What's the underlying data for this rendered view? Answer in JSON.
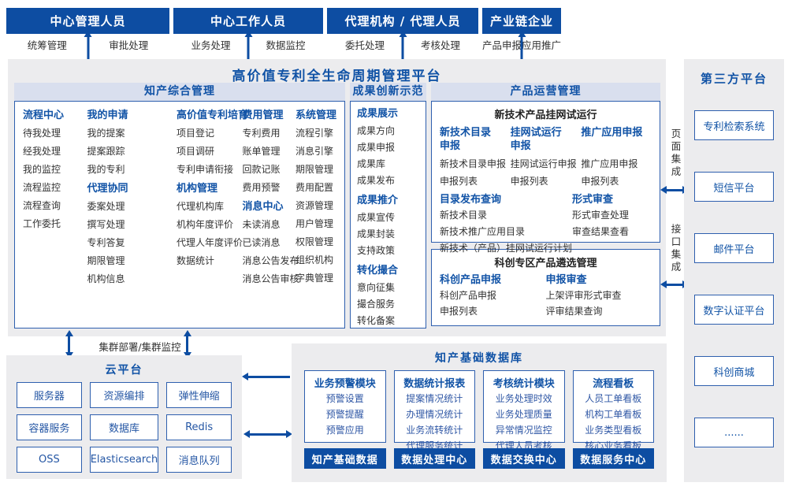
{
  "colors": {
    "primary": "#0d4da2",
    "heading_blue": "#1153a6",
    "band": "#d9dfee",
    "panel_gray": "#ececee",
    "box_border": "#2e5fae",
    "item_text": "#333333",
    "item_blue": "#2f57a5"
  },
  "roles": [
    {
      "title": "中心管理人员",
      "left": "统筹管理",
      "right": "审批处理"
    },
    {
      "title": "中心工作人员",
      "left": "业务处理",
      "right": "数据监控"
    },
    {
      "title": "代理机构 / 代理人员",
      "left": "委托处理",
      "right": "考核处理"
    },
    {
      "title": "产业链企业",
      "left": "产品申报",
      "right": "应用推广"
    }
  ],
  "platform": {
    "title": "高价值专利全生命周期管理平台",
    "ip_management": {
      "title": "知产综合管理",
      "columns": [
        {
          "groups": [
            {
              "title": "流程中心",
              "items": [
                "待我处理",
                "经我处理",
                "我的监控",
                "流程监控",
                "流程查询",
                "工作委托"
              ]
            }
          ]
        },
        {
          "groups": [
            {
              "title": "我的申请",
              "items": [
                "我的提案",
                "提案跟踪",
                "我的专利"
              ]
            },
            {
              "title": "代理协同",
              "items": [
                "委案处理",
                "撰写处理",
                "专利答复",
                "期限管理",
                "机构信息"
              ]
            }
          ]
        },
        {
          "groups": [
            {
              "title": "高价值专利培育",
              "items": [
                "项目登记",
                "项目调研",
                "专利申请衔接"
              ]
            },
            {
              "title": "机构管理",
              "items": [
                "代理机构库",
                "机构年度评价",
                "代理人年度评价",
                "数据统计"
              ]
            }
          ]
        },
        {
          "groups": [
            {
              "title": "费用管理",
              "items": [
                "专利费用",
                "账单管理",
                "回款记账",
                "费用预警"
              ]
            },
            {
              "title": "消息中心",
              "items": [
                "未读消息",
                "已读消息",
                "消息公告发布",
                "消息公告审核"
              ]
            }
          ]
        },
        {
          "groups": [
            {
              "title": "系统管理",
              "items": [
                "流程引擎",
                "消息引擎",
                "期限管理",
                "费用配置",
                "资源管理",
                "用户管理",
                "权限管理",
                "组织机构",
                "字典管理"
              ]
            }
          ]
        }
      ]
    },
    "achievement": {
      "title": "成果创新示范",
      "groups": [
        {
          "title": "成果展示",
          "items": [
            "成果方向",
            "成果申报",
            "成果库",
            "成果发布"
          ]
        },
        {
          "title": "成果推介",
          "items": [
            "成果宣传",
            "成果封装",
            "支持政策"
          ]
        },
        {
          "title": "转化撮合",
          "items": [
            "意向征集",
            "撮合服务",
            "转化备案"
          ]
        }
      ]
    },
    "product_ops": {
      "title": "产品运营管理",
      "box1": {
        "title": "新技术产品挂网试运行",
        "columns": [
          {
            "title": "新技术目录\n申报",
            "items": [
              "新技术目录申报",
              "申报列表"
            ]
          },
          {
            "title": "挂网试运行\n申报",
            "items": [
              "挂网试运行申报",
              "申报列表"
            ]
          },
          {
            "title": "推广应用申报",
            "items": [
              "推广应用申报",
              "申报列表"
            ]
          }
        ],
        "bottom": [
          {
            "title": "目录发布查询",
            "items": [
              "新技术目录",
              "新技术推广应用目录",
              "新技术（产品）挂网试运行计划"
            ]
          },
          {
            "title": "形式审查",
            "items": [
              "形式审查处理",
              "审查结果查看"
            ]
          }
        ]
      },
      "box2": {
        "title": "科创专区产品遴选管理",
        "columns": [
          {
            "title": "科创产品申报",
            "items": [
              "科创产品申报",
              "申报列表"
            ]
          },
          {
            "title": "申报审查",
            "items": [
              "上架评审形式审查",
              "评审结果查询"
            ]
          }
        ]
      }
    }
  },
  "integration": {
    "page": "页面集成",
    "api": "接口集成"
  },
  "third_party": {
    "title": "第三方平台",
    "systems": [
      "专利检索系统",
      "短信平台",
      "邮件平台",
      "数字认证平台",
      "科创商城",
      "......"
    ]
  },
  "cluster_label": "集群部署/集群监控",
  "cloud": {
    "title": "云平台",
    "items": [
      "服务器",
      "资源编排",
      "弹性伸缩",
      "容器服务",
      "数据库",
      "Redis",
      "OSS",
      "Elasticsearch",
      "消息队列"
    ]
  },
  "database": {
    "title": "知产基础数据库",
    "modules": [
      {
        "title": "业务预警模块",
        "items": [
          "预警设置",
          "预警提醒",
          "预警应用"
        ],
        "bar": "知产基础数据"
      },
      {
        "title": "数据统计报表",
        "items": [
          "提案情况统计",
          "办理情况统计",
          "业务流转统计",
          "代理服务统计"
        ],
        "bar": "数据处理中心"
      },
      {
        "title": "考核统计模块",
        "items": [
          "业务处理时效",
          "业务处理质量",
          "异常情况监控",
          "代理人员考核"
        ],
        "bar": "数据交换中心"
      },
      {
        "title": "流程看板",
        "items": [
          "人员工单看板",
          "机构工单看板",
          "业务类型看板",
          "核心业务看板"
        ],
        "bar": "数据服务中心"
      }
    ]
  }
}
